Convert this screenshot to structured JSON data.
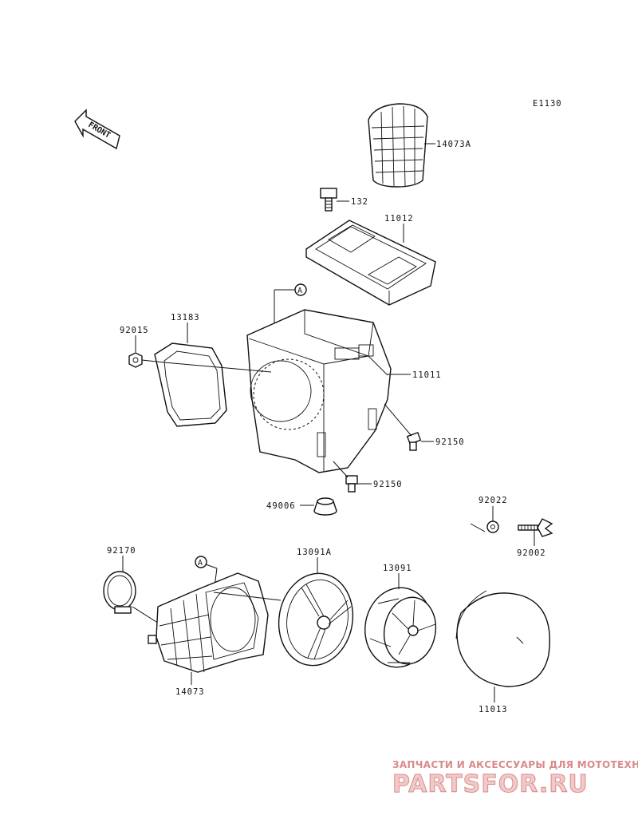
{
  "diagram": {
    "code": "E1130",
    "front_label": "FRONT",
    "ref_marker": "A",
    "parts": {
      "p14073A": "14073A",
      "p132": "132",
      "p11012": "11012",
      "p13183": "13183",
      "p92015": "92015",
      "p11011": "11011",
      "p92150a": "92150",
      "p92150b": "92150",
      "p49006": "49006",
      "p92022": "92022",
      "p92002": "92002",
      "p92170": "92170",
      "p13091A": "13091A",
      "p13091": "13091",
      "p14073": "14073",
      "p11013": "11013"
    }
  },
  "watermark": {
    "tagline": "ЗАПЧАСТИ И АКСЕССУАРЫ ДЛЯ МОТОТЕХНИКИ",
    "logo_text": "PARTSFOR.RU"
  }
}
